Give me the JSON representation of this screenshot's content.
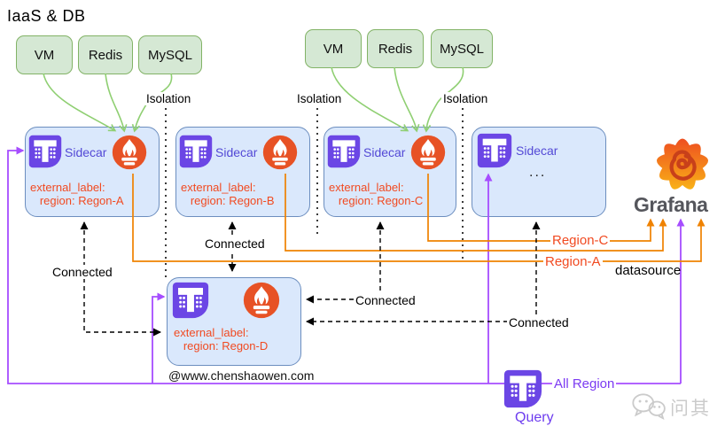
{
  "title": "IaaS  & DB",
  "iaas": {
    "vm": "VM",
    "redis": "Redis",
    "mysql": "MySQL",
    "isolation": "Isolation"
  },
  "sidecar": {
    "label": "Sidecar",
    "external_label": "external_label:",
    "ellipsis": "...",
    "region_a": "region: Regon-A",
    "region_b": "region: Regon-B",
    "region_c": "region: Regon-C",
    "region_d": "region: Regon-D"
  },
  "edges": {
    "connected": "Connected",
    "region_a": "Region-A",
    "region_c": "Region-C",
    "datasource": "datasource",
    "all_region": "All Region"
  },
  "query": {
    "label": "Query"
  },
  "grafana": {
    "label": "Grafana"
  },
  "watermark": {
    "site": "@www.chenshaowen.com",
    "brand": "问其"
  },
  "colors": {
    "green_fill": "#d5e8d4",
    "green_stroke": "#82b366",
    "green_line": "#8fcf72",
    "blue_fill": "#dae8fc",
    "blue_stroke": "#6c8ebf",
    "thanos_purple": "#6b46e5",
    "prometheus_orange": "#e75225",
    "purple_line": "#a64dff",
    "orange_line": "#ef8201",
    "red_text": "#f14a21",
    "sidecar_text": "#5349d6"
  }
}
